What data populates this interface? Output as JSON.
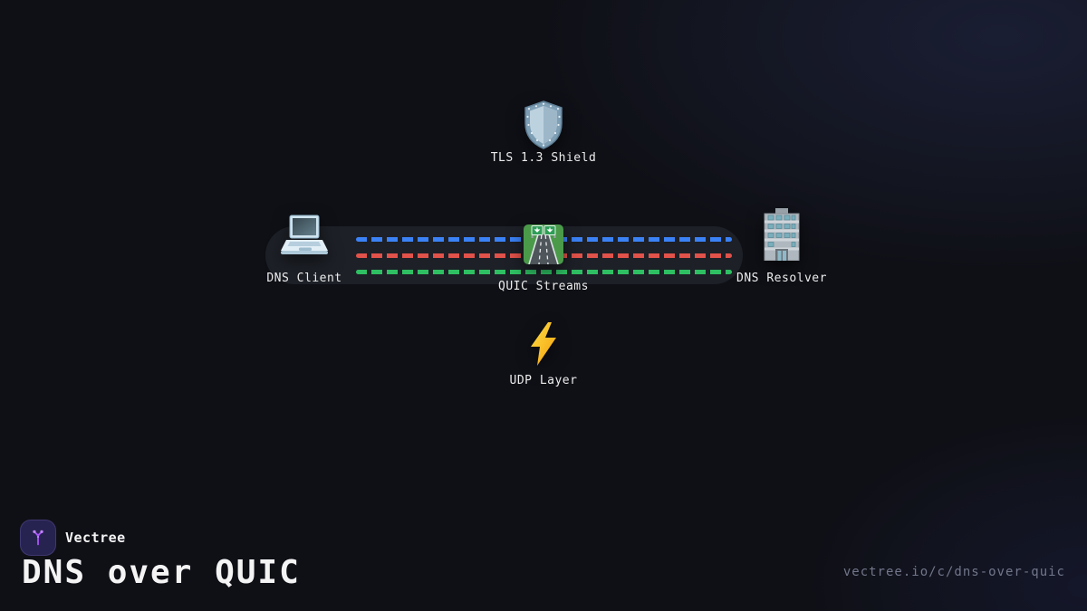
{
  "colors": {
    "background": "#0f1016",
    "background_glow": "#1a1e33",
    "track": "#1d2027",
    "label_text": "#ececec",
    "title_text": "#f4f4f5",
    "url_text": "#71768a",
    "logo_background": "#272350",
    "logo_glyph": "#a855f7"
  },
  "diagram": {
    "nodes": [
      {
        "id": "tls-shield",
        "icon": "shield-icon",
        "label": "TLS 1.3 Shield"
      },
      {
        "id": "dns-client",
        "icon": "laptop-icon",
        "label": "DNS Client"
      },
      {
        "id": "quic-streams",
        "icon": "motorway-icon",
        "label": "QUIC Streams"
      },
      {
        "id": "dns-resolver",
        "icon": "office-building-icon",
        "label": "DNS Resolver"
      },
      {
        "id": "udp-layer",
        "icon": "lightning-bolt-icon",
        "label": "UDP Layer"
      }
    ],
    "streams": [
      {
        "name": "stream-blue",
        "color": "#3b82f6"
      },
      {
        "name": "stream-red",
        "color": "#e0524a"
      },
      {
        "name": "stream-green",
        "color": "#2fbf63"
      }
    ]
  },
  "footer": {
    "brand": "Vectree",
    "title": "DNS over QUIC",
    "url": "vectree.io/c/dns-over-quic"
  }
}
